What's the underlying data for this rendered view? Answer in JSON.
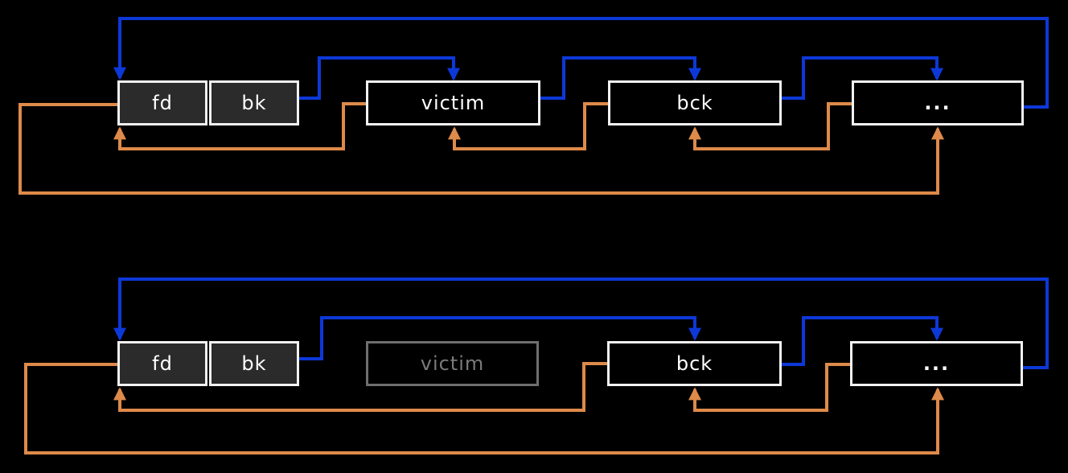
{
  "colors": {
    "background": "#000000",
    "forward_arrow": "#0d38d8",
    "backward_arrow": "#de8a4a",
    "box_border": "#f2f2f2",
    "head_fill": "#2b2b2b",
    "node_fill": "#000000",
    "label_text": "#ffffff",
    "freed_border": "#6e6e6e",
    "freed_text": "#7a7a7a"
  },
  "top_diagram": {
    "head": {
      "fd_label": "fd",
      "bk_label": "bk"
    },
    "victim_label": "victim",
    "bck_label": "bck",
    "more_label": "..."
  },
  "bottom_diagram": {
    "head": {
      "fd_label": "fd",
      "bk_label": "bk"
    },
    "victim_label": "victim",
    "bck_label": "bck",
    "more_label": "..."
  }
}
